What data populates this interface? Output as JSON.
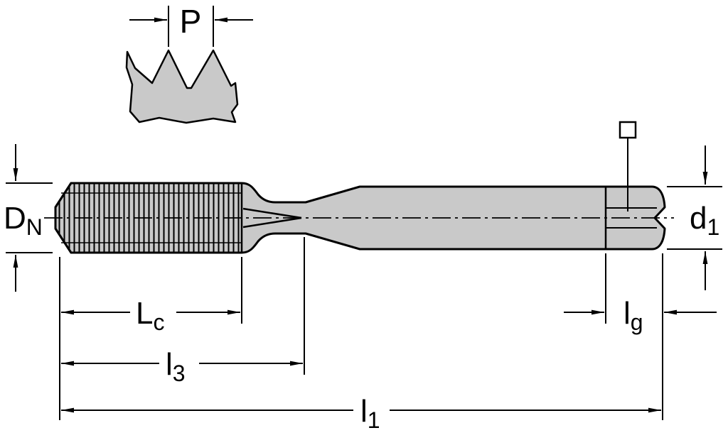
{
  "diagram": {
    "type": "technical-drawing",
    "subject": "Machine tap dimensional drawing (side view with thread profile detail)",
    "colors": {
      "part_fill": "#c9c9c9",
      "line": "#000000",
      "background": "#ffffff"
    },
    "labels": {
      "pitch": {
        "main": "P",
        "sub": ""
      },
      "nominal_diameter": {
        "main": "D",
        "sub": "N"
      },
      "shank_diameter": {
        "main": "d",
        "sub": "1"
      },
      "thread_length": {
        "main": "L",
        "sub": "c"
      },
      "neck_length": {
        "main": "l",
        "sub": "3"
      },
      "overall_length": {
        "main": "l",
        "sub": "1"
      },
      "square_length": {
        "main": "l",
        "sub": "g"
      }
    },
    "symbols": {
      "square_drive": "square-outline"
    }
  }
}
